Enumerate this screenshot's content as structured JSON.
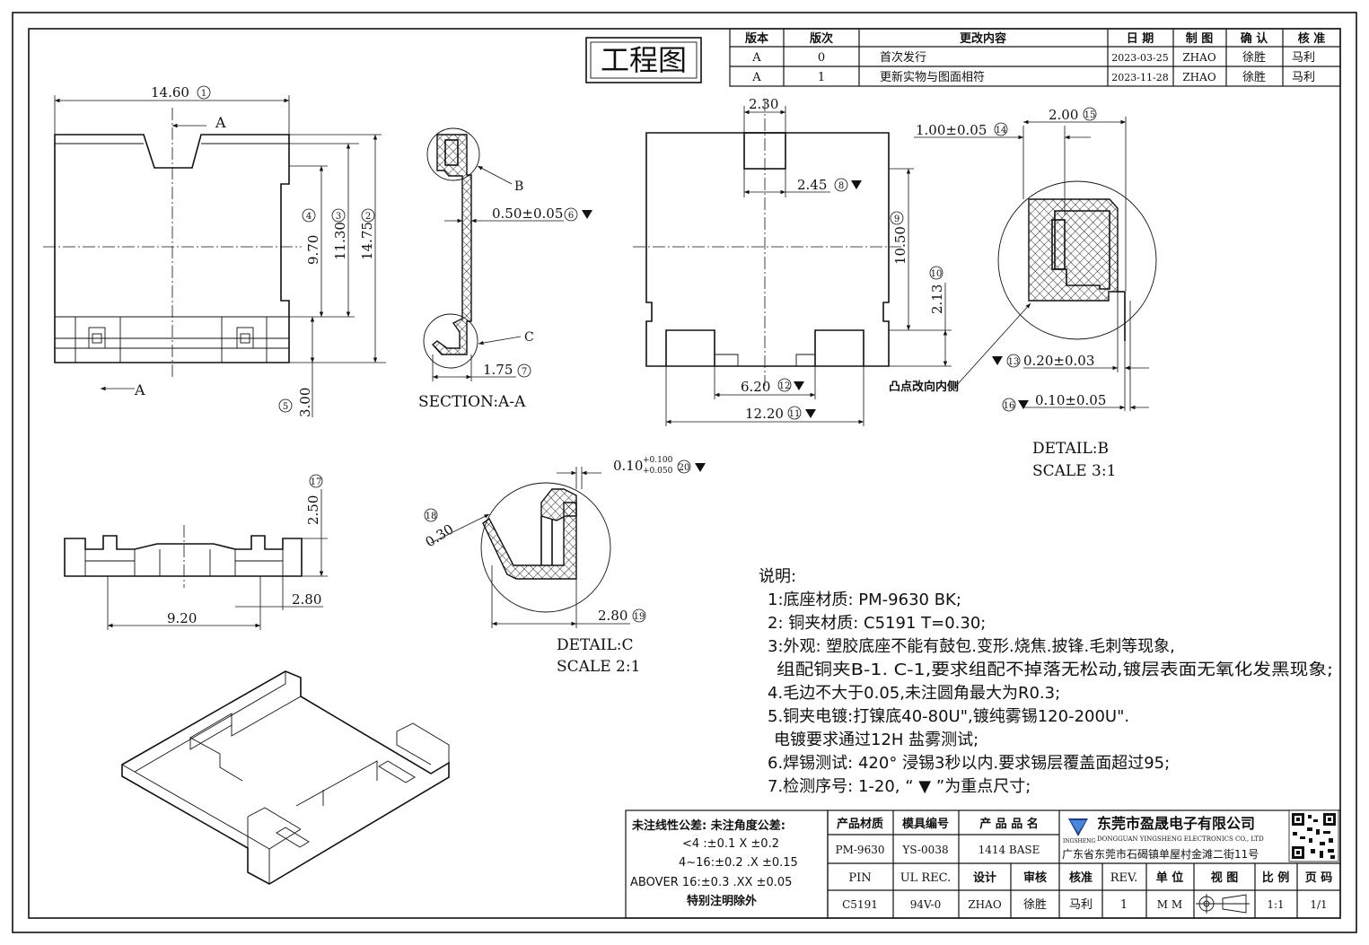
{
  "title_box": "工程图",
  "revision_table": {
    "headers": [
      "版本",
      "版次",
      "更改内容",
      "日 期",
      "制 图",
      "确 认",
      "核 准"
    ],
    "rows": [
      [
        "A",
        "0",
        "首次发行",
        "2023-03-25",
        "ZHAO",
        "徐胜",
        "马利"
      ],
      [
        "A",
        "1",
        "更新实物与图面相符",
        "2023-11-28",
        "ZHAO",
        "徐胜",
        "马利"
      ]
    ]
  },
  "front_view": {
    "dim_width": "14.60",
    "dim_width_no": "1",
    "section_mark": "A",
    "dim_h1": "9.70",
    "dim_h1_no": "4",
    "dim_h2": "11.30",
    "dim_h2_no": "3",
    "dim_h3": "14.75",
    "dim_h3_no": "2",
    "dim_bottom": "3.00",
    "dim_bottom_no": "5"
  },
  "section_view": {
    "label": "SECTION:A-A",
    "callout_b": "B",
    "callout_c": "C",
    "dim_thk": "0.50±0.05",
    "dim_thk_no": "6",
    "dim_foot": "1.75",
    "dim_foot_no": "7"
  },
  "right_view": {
    "dim_top": "2.30",
    "dim_tab": "2.45",
    "dim_tab_no": "8",
    "dim_h": "10.50",
    "dim_h_no": "9",
    "dim_low": "2.13",
    "dim_low_no": "10",
    "dim_inner": "6.20",
    "dim_inner_no": "12",
    "dim_outer": "12.20",
    "dim_outer_no": "11",
    "note_bump": "凸点改向内侧"
  },
  "detail_b": {
    "label": "DETAIL:B",
    "scale": "SCALE 3:1",
    "dim_a": "1.00±0.05",
    "dim_a_no": "14",
    "dim_b": "2.00",
    "dim_b_no": "15",
    "dim_c": "0.20±0.03",
    "dim_c_no": "13",
    "dim_d": "0.10±0.05",
    "dim_d_no": "16"
  },
  "side_view": {
    "dim_h": "2.50",
    "dim_h_no": "17",
    "dim_w1": "2.80",
    "dim_w2": "9.20"
  },
  "detail_c": {
    "label": "DETAIL:C",
    "scale": "SCALE 2:1",
    "dim_tol_base": "0.10",
    "dim_tol_up": "+0.100",
    "dim_tol_low": "+0.050",
    "dim_tol_no": "20",
    "dim_r": "0.30",
    "dim_r_no": "18",
    "dim_w": "2.80",
    "dim_w_no": "19"
  },
  "notes": {
    "heading": "说明:",
    "lines": [
      "1:底座材质: PM-9630 BK;",
      "2: 铜夹材质: C5191 T=0.30;",
      "3:外观: 塑胶底座不能有鼓包.变形.烧焦.披锋.毛刺等现象,",
      "组配铜夹B-1. C-1,要求组配不掉落无松动,镀层表面无氧化发黑现象;",
      "4.毛边不大于0.05,未注圆角最大为R0.3;",
      "5.铜夹电镀:打镍底40-80U\",镀纯雾锡120-200U\".",
      "电镀要求通过12H 盐雾测试;",
      "6.焊锡测试: 420° 浸锡3秒以内.要求锡层覆盖面超过95;",
      "7.检测序号: 1-20, “ ▼ ”为重点尺寸;"
    ]
  },
  "tolerance": {
    "line1": "未注线性公差:  未注角度公差:",
    "line2": "<4 :±0.1  X ±0.2",
    "line3": "4~16:±0.2  .X ±0.15",
    "line4": "ABOVER 16:±0.3  .XX ±0.05",
    "line5": "特别注明除外"
  },
  "title_block": {
    "h_material": "产品材质",
    "h_mold": "模具编号",
    "h_name": "产 品 品 名",
    "material": "PM-9630",
    "mold": "YS-0038",
    "name": "1414 BASE",
    "pin": "PIN",
    "ul": "UL REC.",
    "h_design": "设计",
    "h_check": "审核",
    "h_approve": "核准",
    "h_rev": "REV.",
    "h_unit": "单 位",
    "h_view": "视 图",
    "h_scale": "比 例",
    "h_page": "页 码",
    "pin_mat": "C5191",
    "ul_val": "94V-0",
    "design": "ZHAO",
    "check": "徐胜",
    "approve": "马利",
    "rev": "1",
    "unit": "M M",
    "scale": "1:1",
    "page": "1/1"
  },
  "company": {
    "name_cn": "东莞市盈晟电子有限公司",
    "name_en": "DONGGUAN YINGSHENG ELECTRONICS CO., LTD",
    "address": "广东省东莞市石碣镇单屋村金滩二街11号",
    "logo_text": "INGSHENG"
  }
}
